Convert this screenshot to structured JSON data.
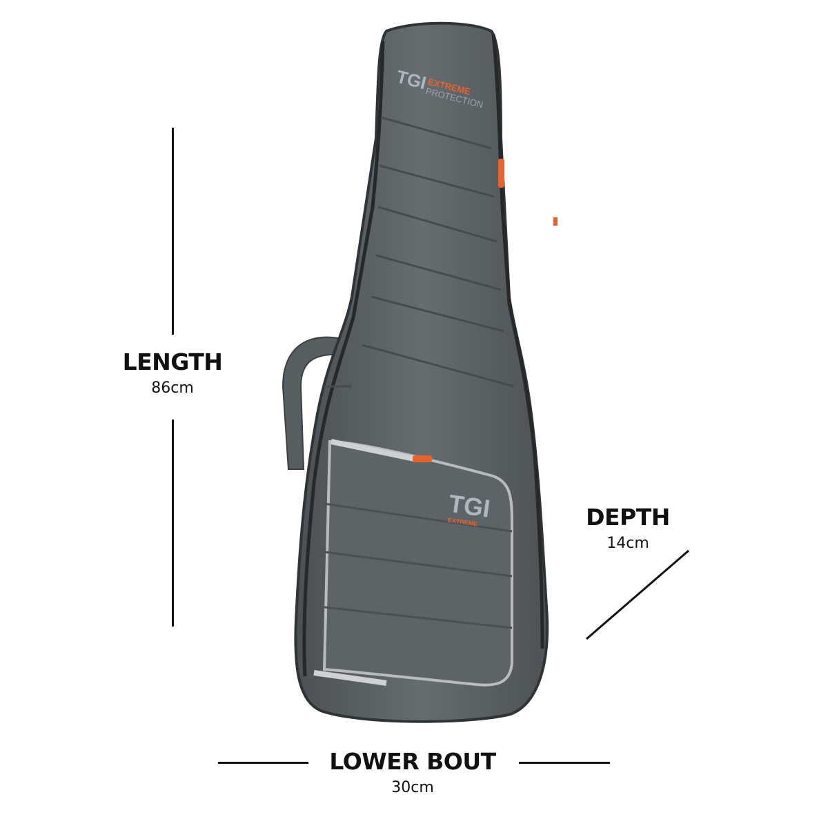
{
  "dimensions": {
    "length": {
      "label": "LENGTH",
      "value": "86cm"
    },
    "depth": {
      "label": "DEPTH",
      "value": "14cm"
    },
    "lower_bout": {
      "label": "LOWER BOUT",
      "value": "30cm"
    }
  },
  "product": {
    "logo_main": "TGI",
    "logo_line1": "EXTREME",
    "logo_line2": "PROTECTION",
    "pocket_logo": "TGI",
    "pocket_logo_sub": "EXTREME"
  },
  "colors": {
    "bag": "#5b6266",
    "accent": "#e8622c",
    "piping": "#b8bcbe",
    "text": "#111111"
  }
}
